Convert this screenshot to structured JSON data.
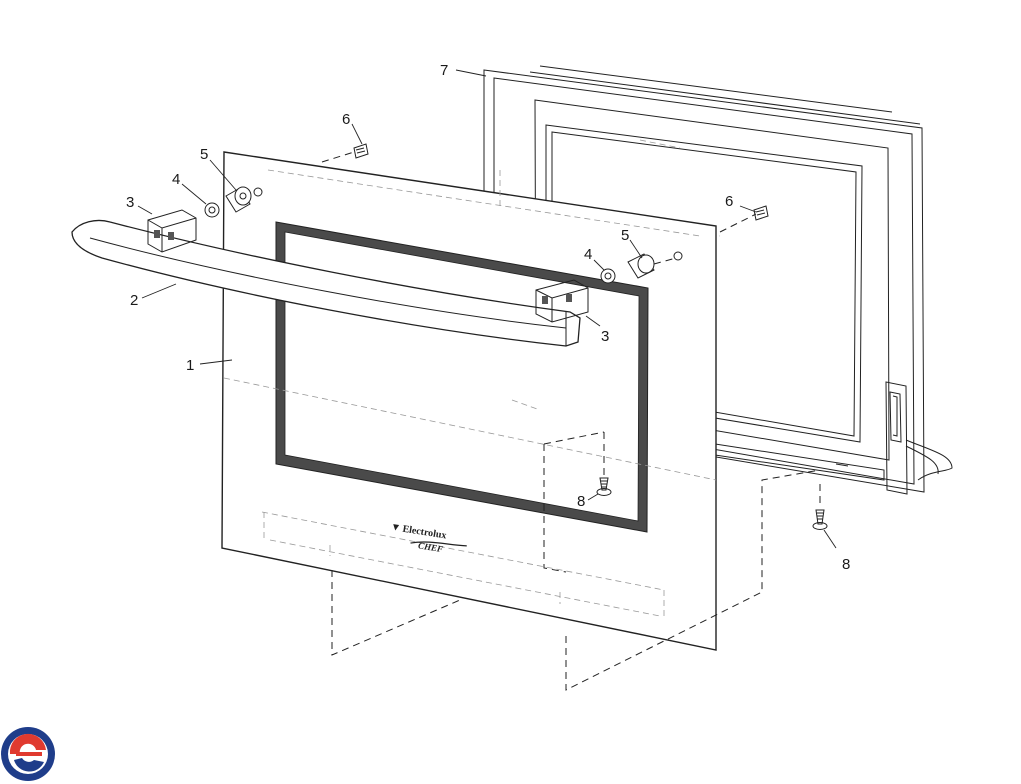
{
  "diagram": {
    "type": "exploded-parts-view",
    "callouts": {
      "front_panel": "1",
      "handle": "2",
      "handle_end_left": "3",
      "handle_end_right": "3",
      "washer_left": "4",
      "washer_right": "4",
      "spacer_left": "5",
      "spacer_right": "5",
      "screw_top_left": "6",
      "screw_top_right": "6",
      "inner_door_frame": "7",
      "screw_bottom_left": "8",
      "screw_bottom_right": "8"
    },
    "brand_logo": {
      "line1": "Electrolux",
      "line2": "CHEF"
    },
    "colors": {
      "line": "#222222",
      "glass_frame": "#4a4a4a",
      "logo_red": "#e03a2f",
      "logo_blue": "#1f3d8a"
    }
  }
}
